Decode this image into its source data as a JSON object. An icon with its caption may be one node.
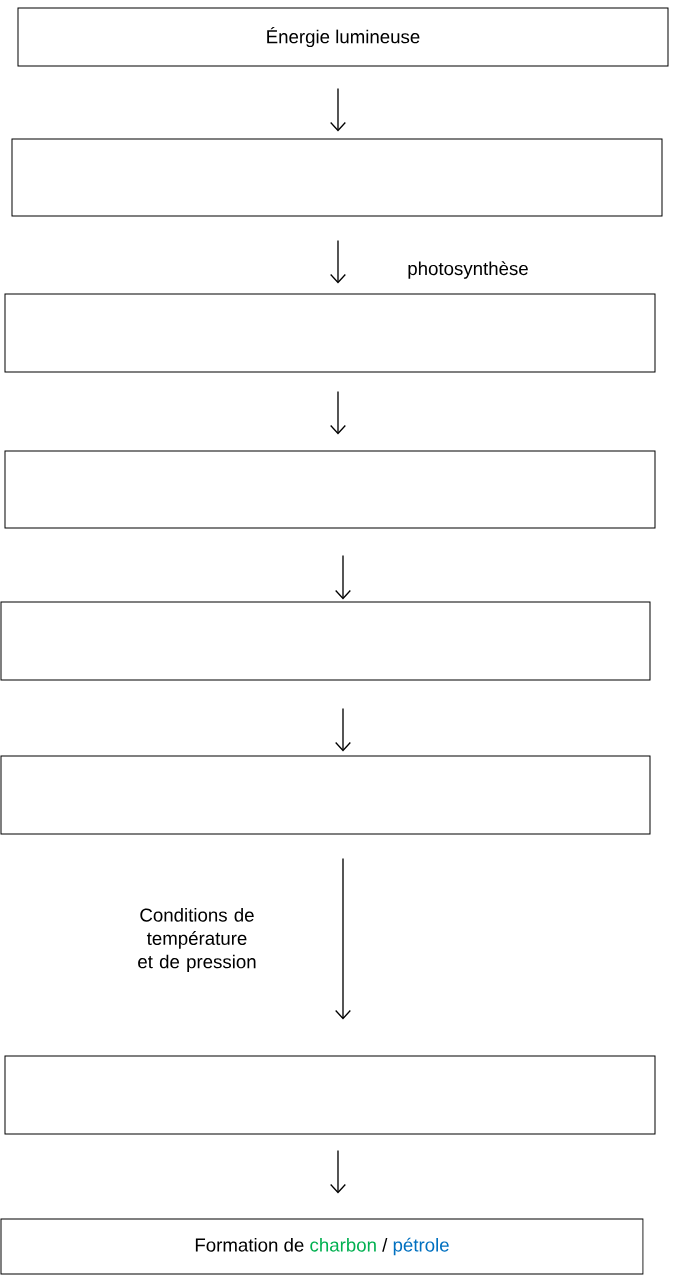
{
  "diagram": {
    "nodes": [
      {
        "text": [
          "Énergie lumineuse"
        ]
      },
      {
        "text": [],
        "shape": "box"
      },
      {
        "text": [],
        "shape": "box"
      },
      {
        "text": [],
        "shape": "box"
      },
      {
        "text": [],
        "shape": "box"
      },
      {
        "text": [],
        "shape": "box"
      },
      {
        "text": [],
        "shape": "box"
      },
      {
        "text": [
          "Formation de",
          "charbon",
          "/",
          "pétrole"
        ]
      }
    ],
    "edges": [
      {
        "from": 0,
        "to": 1,
        "arrow": "to"
      },
      {
        "from": 1,
        "to": 2,
        "arrow": "to",
        "label": "photosynthèse"
      },
      {
        "from": 2,
        "to": 3,
        "arrow": "to"
      },
      {
        "from": 3,
        "to": 4,
        "arrow": "to"
      },
      {
        "from": 4,
        "to": 5,
        "arrow": "to"
      },
      {
        "from": 5,
        "to": 6,
        "arrow": "to",
        "label": "Conditions de température et de pression"
      },
      {
        "from": 6,
        "to": 7,
        "arrow": "to"
      }
    ]
  }
}
